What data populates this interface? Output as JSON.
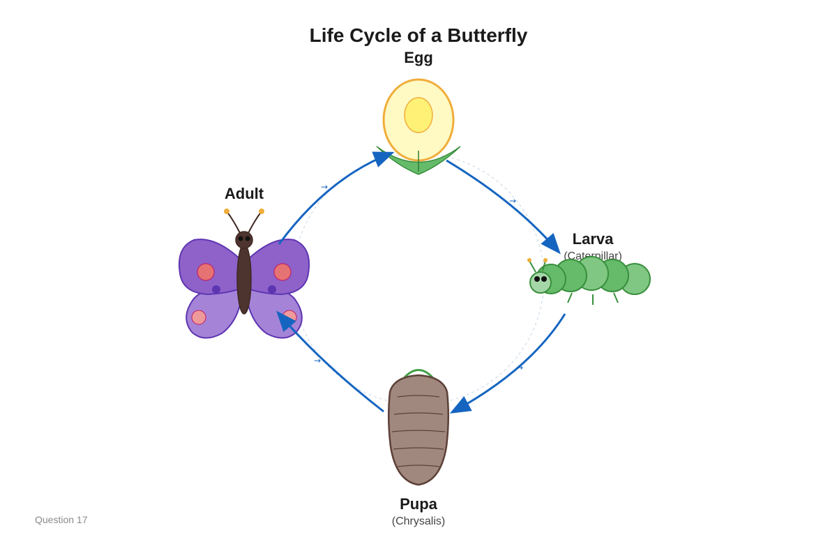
{
  "title": "Life Cycle of a Butterfly",
  "stages": {
    "egg": {
      "label": "Egg"
    },
    "larva": {
      "label": "Larva",
      "sublabel": "(Caterpillar)"
    },
    "pupa": {
      "label": "Pupa",
      "sublabel": "(Chrysalis)"
    },
    "adult": {
      "label": "Adult"
    }
  },
  "footer": {
    "question": "Question 17"
  },
  "icons": {
    "egg": "egg-icon",
    "leaf": "leaf-icon",
    "caterpillar": "caterpillar-icon",
    "chrysalis": "chrysalis-icon",
    "butterfly": "butterfly-icon",
    "cycle_arrow": "arrow-right-icon"
  },
  "colors": {
    "arrow": "#1565c0",
    "egg_fill": "#fff9c4",
    "egg_stroke": "#f0ad3a",
    "leaf": "#66bb6a",
    "caterpillar": "#66bb6a",
    "chrysalis": "#a1887f",
    "butterfly_upper": "#8e62c9",
    "butterfly_lower": "#a584d8"
  },
  "decor": {
    "arrow_glyph": "→"
  }
}
